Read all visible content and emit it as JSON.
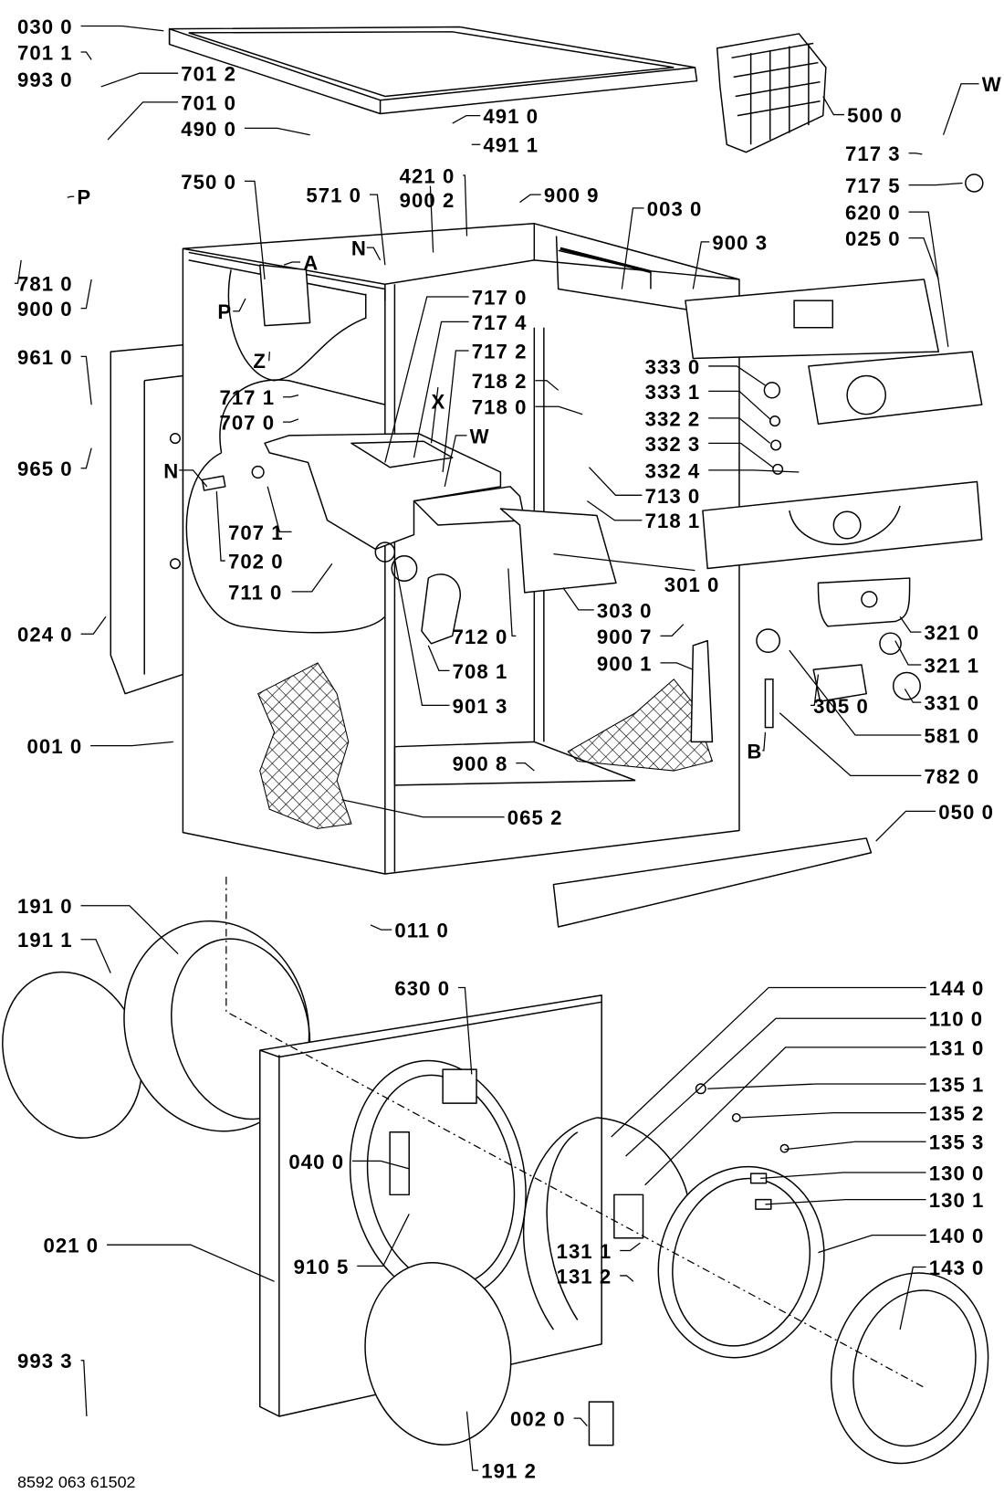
{
  "diagram": {
    "labels": [
      "030 0",
      "701 1",
      "993 0",
      "701 2",
      "701 0",
      "490 0",
      "491 0",
      "491 1",
      "750 0",
      "571 0",
      "421 0",
      "900 2",
      "900 9",
      "003 0",
      "900 3",
      "500 0",
      "W",
      "717 3",
      "717 5",
      "620 0",
      "025 0",
      "781 0",
      "900 0",
      "P",
      "A",
      "N",
      "P",
      "Z",
      "717 0",
      "717 4",
      "717 2",
      "718 2",
      "718 0",
      "333 0",
      "333 1",
      "332 2",
      "332 3",
      "332 4",
      "713 0",
      "718 1",
      "961 0",
      "965 0",
      "717 1",
      "707 0",
      "X",
      "W",
      "N",
      "707 1",
      "702 0",
      "711 0",
      "301 0",
      "303 0",
      "712 0",
      "900 7",
      "900 1",
      "708 1",
      "901 3",
      "024 0",
      "321 0",
      "321 1",
      "331 0",
      "305 0",
      "581 0",
      "B",
      "782 0",
      "001 0",
      "900 8",
      "065 2",
      "050 0",
      "011 0",
      "191 0",
      "191 1",
      "630 0",
      "144 0",
      "110 0",
      "131 0",
      "135 1",
      "135 2",
      "135 3",
      "130 0",
      "130 1",
      "140 0",
      "143 0",
      "040 0",
      "021 0",
      "910 5",
      "131 1",
      "131 2",
      "993 3",
      "002 0",
      "191 2"
    ],
    "document_number": "8592 063 61502"
  }
}
